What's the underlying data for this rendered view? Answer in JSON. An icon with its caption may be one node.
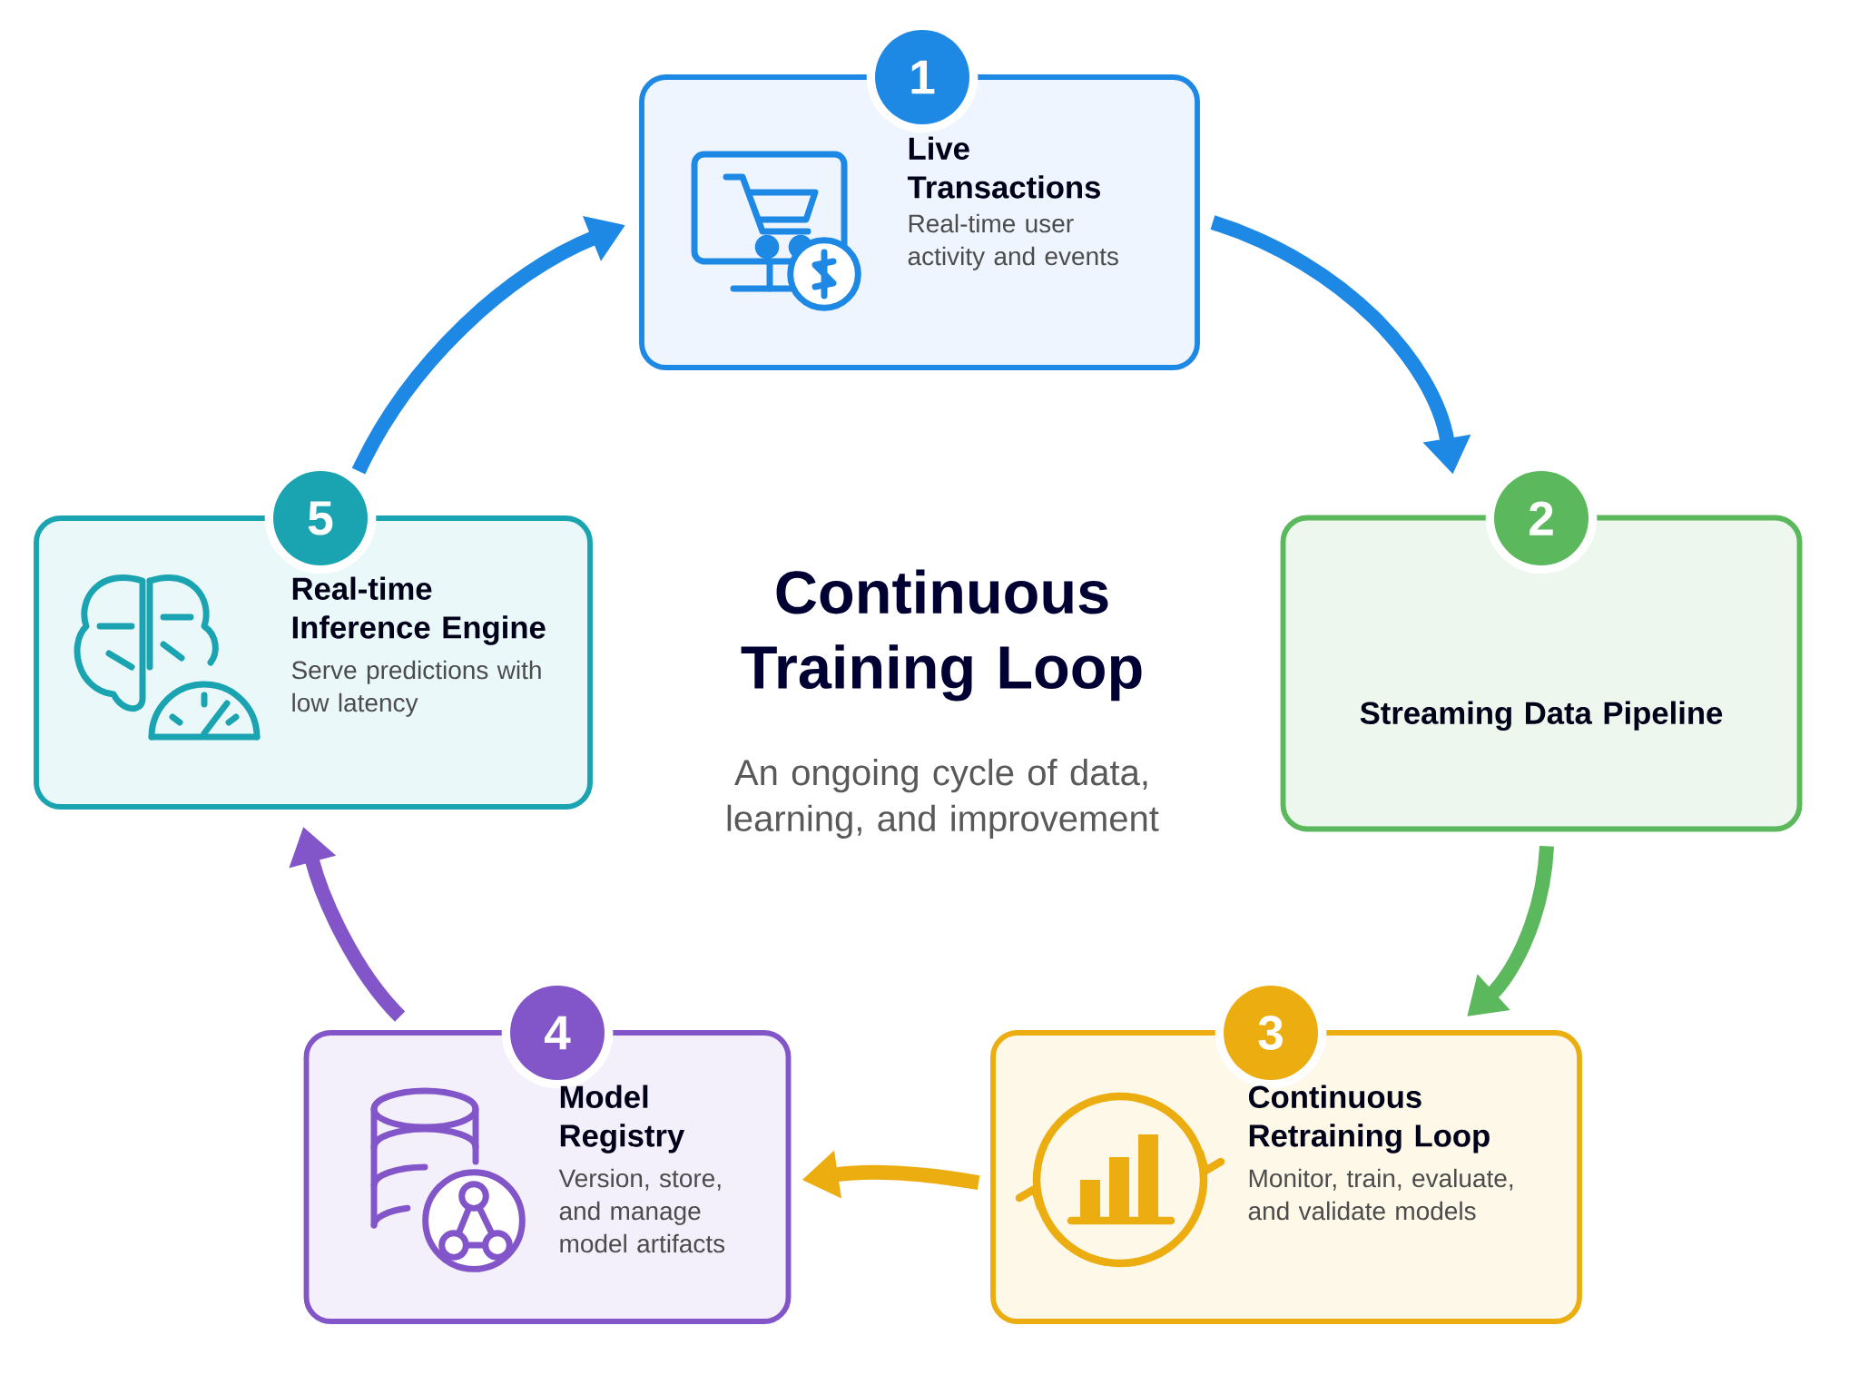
{
  "diagram": {
    "title": "Continuous Training Loop",
    "nodes": [
      {
        "text": [
          "1",
          "Live Transactions",
          "Real-time user activity and events"
        ]
      },
      {
        "text": [
          "2",
          "Streaming Data Pipeline"
        ]
      },
      {
        "text": [
          "3",
          "Continuous Retraining Loop",
          "Monitor, train, evaluate, and validate models"
        ]
      },
      {
        "text": [
          "4",
          "Model Registry",
          "Version, store, and manage model artifacts"
        ]
      },
      {
        "text": [
          "5",
          "Real-time Inference Engine",
          "Serve predictions with low latency"
        ]
      }
    ],
    "edges": [
      {
        "from": 0,
        "to": 1,
        "arrow": "to",
        "color": "#1e88e5"
      },
      {
        "from": 1,
        "to": 2,
        "arrow": "to",
        "color": "#5cb85c"
      },
      {
        "from": 2,
        "to": 3,
        "arrow": "to",
        "color": "#ecad10"
      },
      {
        "from": 3,
        "to": 4,
        "arrow": "to",
        "color": "#8256c8"
      },
      {
        "from": 4,
        "to": 0,
        "arrow": "to",
        "color": "#1e88e5"
      }
    ],
    "labels": [
      "An ongoing cycle of data, learning, and improvement"
    ]
  }
}
